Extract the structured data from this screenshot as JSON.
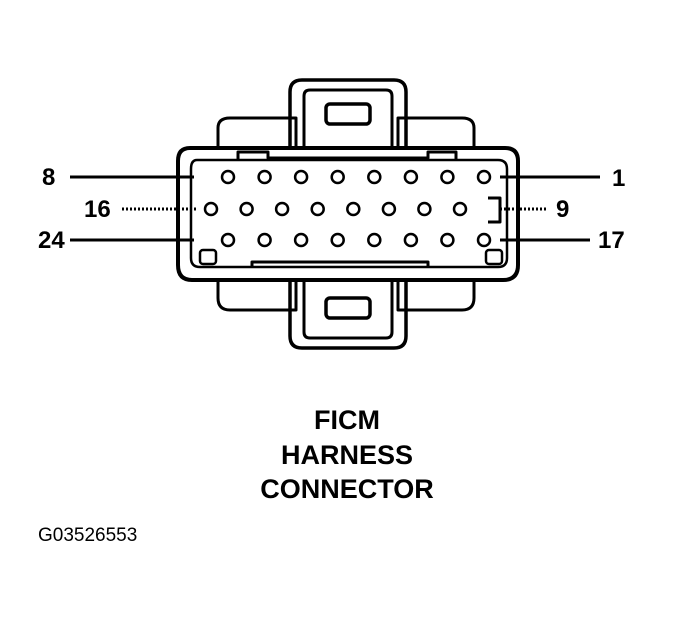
{
  "diagram": {
    "pin_labels": {
      "top_left": "8",
      "top_right": "1",
      "middle_left": "16",
      "middle_right": "9",
      "bottom_left": "24",
      "bottom_right": "17"
    },
    "title_lines": [
      "FICM",
      "HARNESS",
      "CONNECTOR"
    ],
    "figure_id": "G03526553",
    "rows": [
      {
        "first_pin": 1,
        "last_pin": 8,
        "count": 8
      },
      {
        "first_pin": 9,
        "last_pin": 16,
        "count": 8
      },
      {
        "first_pin": 17,
        "last_pin": 24,
        "count": 8
      }
    ],
    "colors": {
      "ink": "#000000",
      "background": "#ffffff"
    }
  }
}
